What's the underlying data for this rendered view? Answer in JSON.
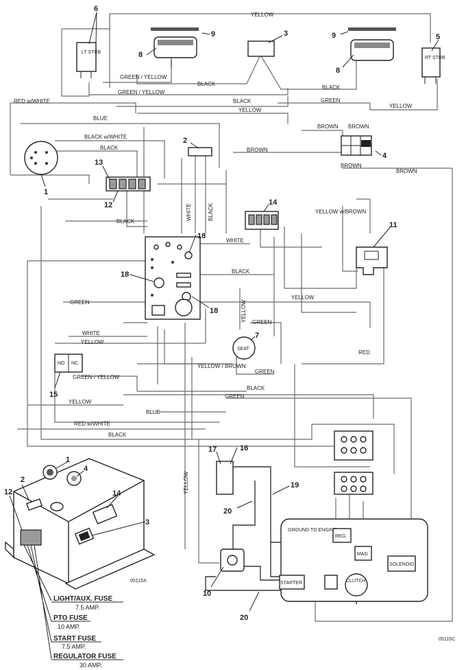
{
  "wire_colors": {
    "yellow": "YELLOW",
    "green_yellow": "GREEN / YELLOW",
    "black": "BLACK",
    "red_white": "RED w/WHITE",
    "blue": "BLUE",
    "black_white": "BLACK w/WHITE",
    "brown": "BROWN",
    "green": "GREEN",
    "white": "WHITE",
    "yellow_brown_upper": "YELLOW w/BROWN",
    "yellow_brown_lower": "YELLOW / BROWN",
    "red": "RED"
  },
  "component_text": {
    "lt_strb": "LT STRB",
    "rt_strb": "RT STRB",
    "seat": "SEAT",
    "ground_to_engine": "GROUND TO ENGINE",
    "reg": "REG.",
    "mag": "MAG",
    "solenoid": "SOLENOID",
    "starter": "STARTER",
    "clutch": "CLUTCH",
    "no": "NO",
    "nc": "NC"
  },
  "callouts": [
    "1",
    "2",
    "3",
    "4",
    "5",
    "6",
    "7",
    "8",
    "9",
    "10",
    "11",
    "12",
    "13",
    "14",
    "15",
    "16",
    "17",
    "18",
    "19",
    "20"
  ],
  "fuse_legend": [
    {
      "name": "LIGHT/AUX. FUSE",
      "amp": "7.5 AMP."
    },
    {
      "name": "PTO FUSE",
      "amp": "10 AMP."
    },
    {
      "name": "START FUSE",
      "amp": "7.5 AMP."
    },
    {
      "name": "REGULATOR FUSE",
      "amp": "30 AMP."
    }
  ],
  "drawing_codes": {
    "inset": "05115A",
    "main": "05115C"
  }
}
